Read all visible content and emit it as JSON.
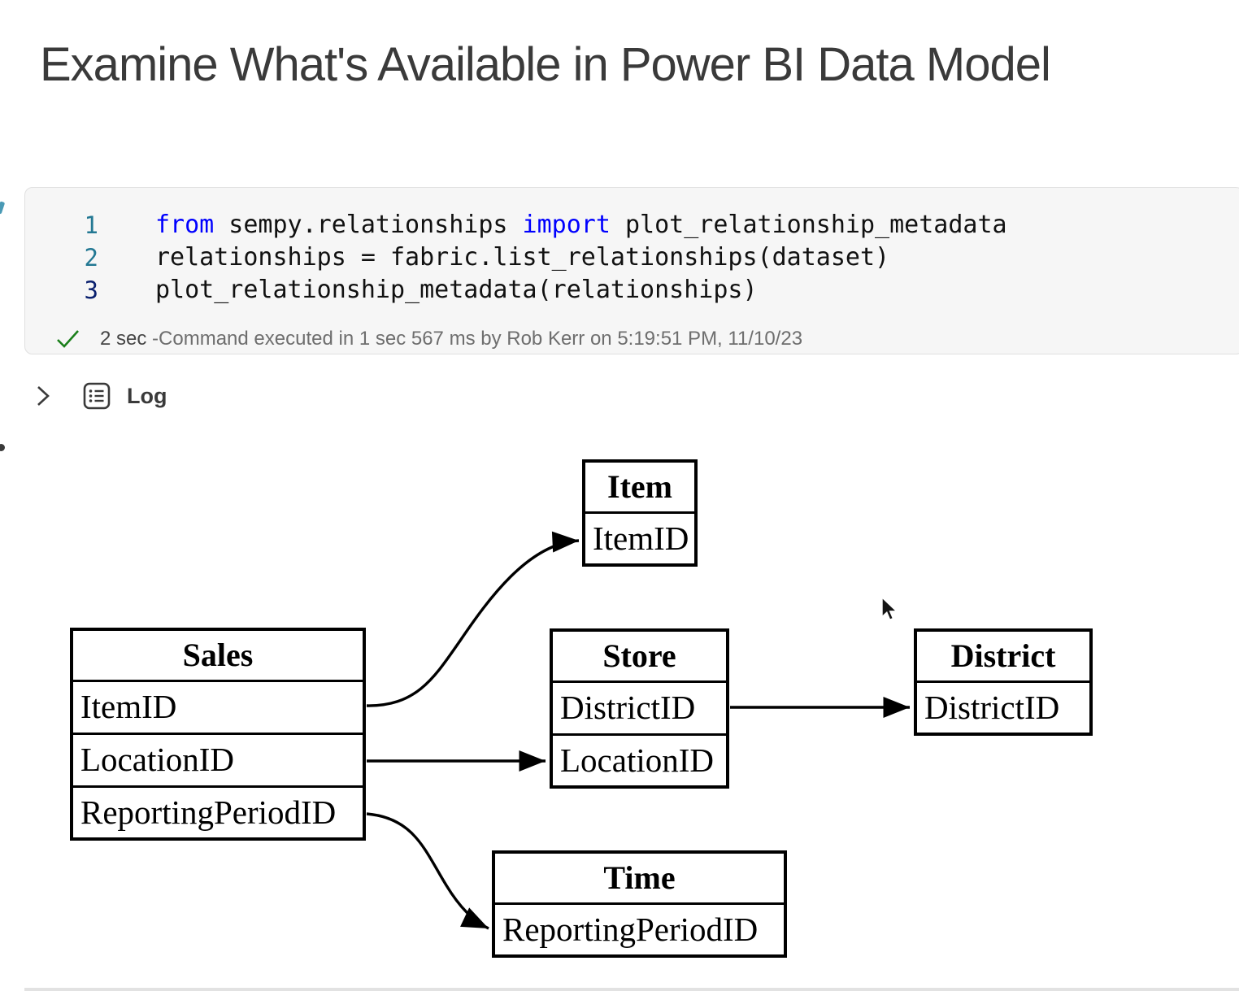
{
  "title": "Examine What's Available in Power BI Data Model",
  "code_cell": {
    "lines": [
      {
        "num": "1",
        "k1": "from",
        "m1": " sempy.relationships ",
        "k2": "import",
        "m2": " plot_relationship_metadata"
      },
      {
        "num": "2",
        "m1": "relationships = fabric.list_relationships(dataset)"
      },
      {
        "num": "3",
        "m1": "plot_relationship_metadata(relationships)"
      }
    ],
    "status": {
      "duration": "2 sec",
      "detail": " -Command executed in 1 sec 567 ms by Rob Kerr on 5:19:51 PM, 11/10/23"
    }
  },
  "log_section": {
    "label": "Log"
  },
  "diagram": {
    "type": "entity-relationship",
    "tables": [
      {
        "name": "Sales",
        "fields": [
          "ItemID",
          "LocationID",
          "ReportingPeriodID"
        ]
      },
      {
        "name": "Item",
        "fields": [
          "ItemID"
        ]
      },
      {
        "name": "Store",
        "fields": [
          "DistrictID",
          "LocationID"
        ]
      },
      {
        "name": "District",
        "fields": [
          "DistrictID"
        ]
      },
      {
        "name": "Time",
        "fields": [
          "ReportingPeriodID"
        ]
      }
    ],
    "relationships": [
      {
        "from": "Sales.ItemID",
        "to": "Item.ItemID"
      },
      {
        "from": "Sales.LocationID",
        "to": "Store.LocationID"
      },
      {
        "from": "Sales.ReportingPeriodID",
        "to": "Time.ReportingPeriodID"
      },
      {
        "from": "Store.DistrictID",
        "to": "District.DistrictID"
      }
    ]
  },
  "colors": {
    "keyword": "#0000ff",
    "line_number": "#237893",
    "active_line_number": "#0b216f",
    "check_green": "#1a7f1a",
    "status_text": "#6e6e6e",
    "title_text": "#3a3a3a",
    "cell_background": "#f6f6f6",
    "cell_border": "#e0e0e0",
    "diagram_ink": "#000000"
  }
}
